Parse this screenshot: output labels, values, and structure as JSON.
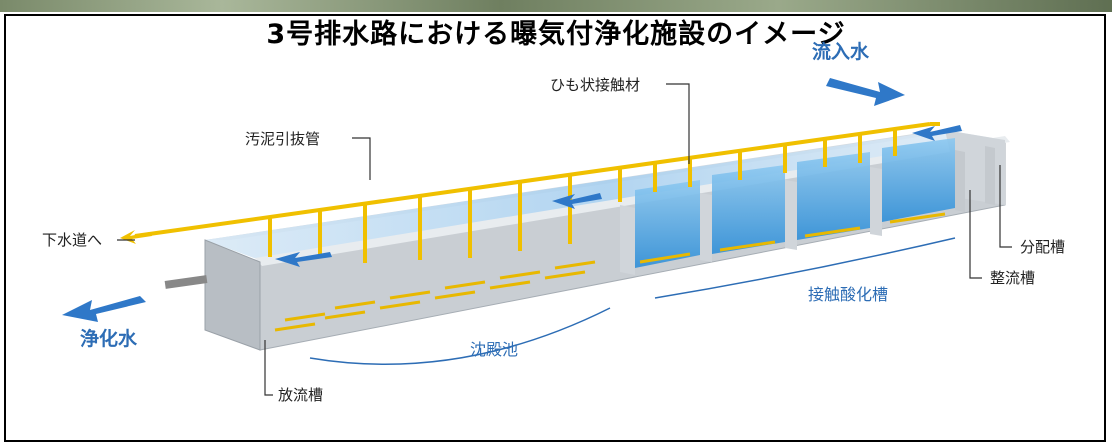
{
  "title": "3号排水路における曝気付浄化施設のイメージ",
  "labels": {
    "inflow": "流入水",
    "contact_media": "ひも状接触材",
    "sludge_pipe": "汚泥引抜管",
    "to_sewer": "下水道へ",
    "purified": "浄化水",
    "settling": "沈殿池",
    "contact_oxidation": "接触酸化槽",
    "distribution": "分配槽",
    "flow_regulation": "整流槽",
    "discharge": "放流槽"
  },
  "colors": {
    "pipe": "#f0c000",
    "water": "#5aa8e6",
    "arrow": "#2f78c8",
    "concrete": "#c9ced3",
    "label_blue": "#2d6db5"
  }
}
